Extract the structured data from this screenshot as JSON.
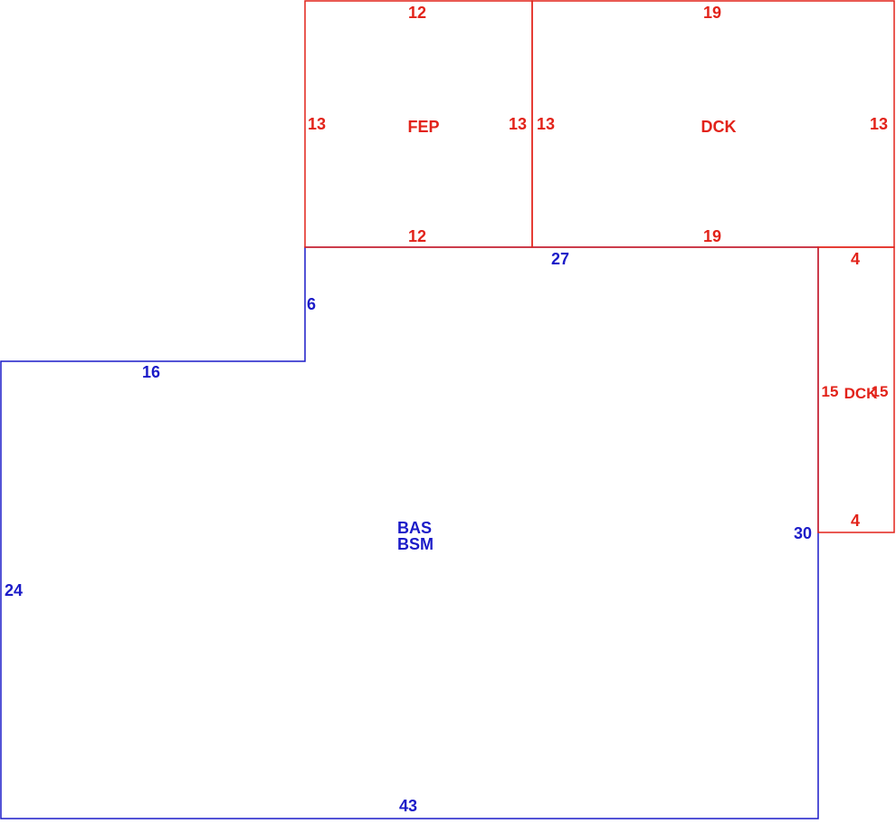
{
  "areas": {
    "fep": {
      "code": "FEP",
      "color": "#e2231a",
      "dims": {
        "top": "12",
        "left": "13",
        "right": "13",
        "bottom": "12"
      }
    },
    "dck_top": {
      "code": "DCK",
      "color": "#e2231a",
      "dims": {
        "top": "19",
        "left": "13",
        "right": "13",
        "bottom": "19"
      }
    },
    "dck_side": {
      "code": "DCK",
      "color": "#e2231a",
      "dims": {
        "top": "4",
        "left": "15",
        "right": "15",
        "bottom": "4"
      }
    },
    "bas": {
      "code_1": "BAS",
      "code_2": "BSM",
      "color": "#1b1bc8",
      "dims": {
        "top": "27",
        "notch_vertical": "6",
        "notch_horizontal": "16",
        "left": "24",
        "right": "30",
        "bottom": "43"
      }
    }
  }
}
